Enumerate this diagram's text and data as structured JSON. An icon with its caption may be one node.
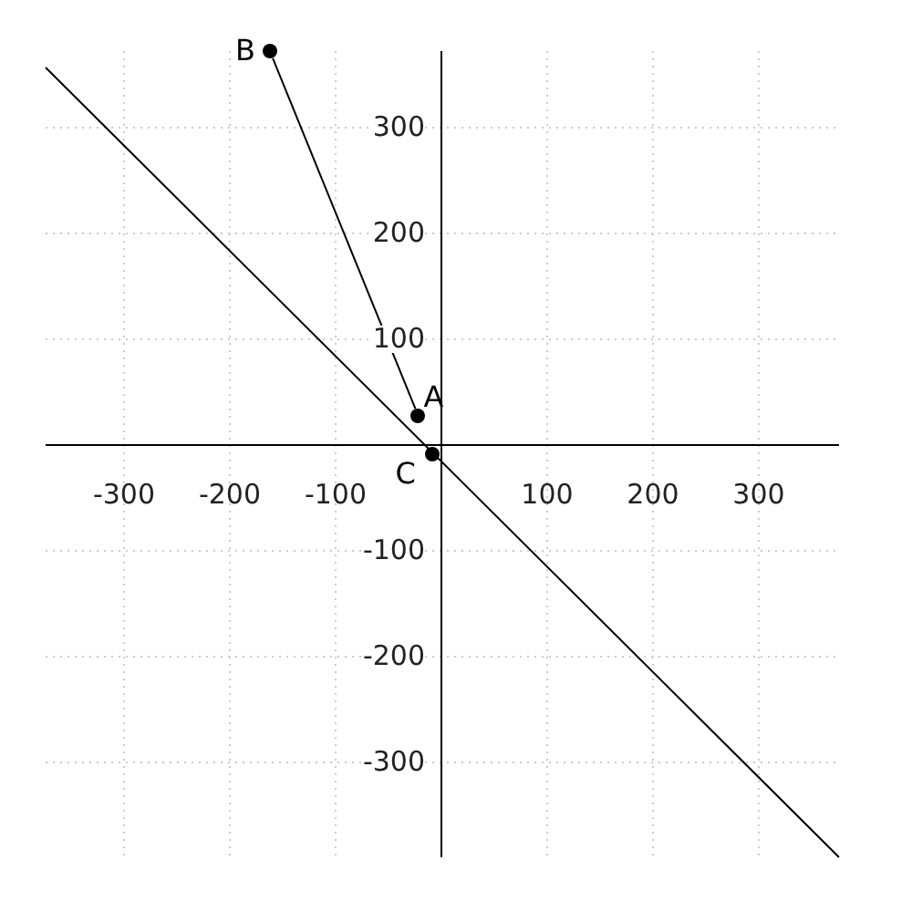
{
  "diagram": {
    "nodes": [
      {
        "text": [
          "B"
        ]
      },
      {
        "text": [
          "A"
        ]
      },
      {
        "text": [
          "C"
        ]
      }
    ],
    "edges": [
      {
        "from": 1,
        "to": 0,
        "arrow": "none"
      }
    ],
    "labels": [
      "300",
      "200",
      "100",
      "-300",
      "-200",
      "-100",
      "100",
      "200",
      "300",
      "-100",
      "-200",
      "-300"
    ]
  }
}
